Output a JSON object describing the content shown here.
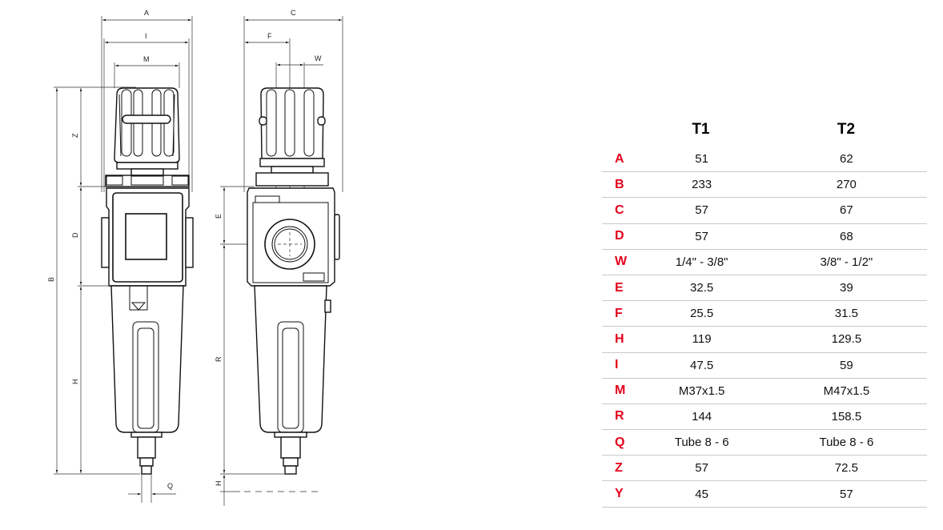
{
  "drawing": {
    "front_view_labels": {
      "A": "A",
      "I": "I",
      "M": "M",
      "Z": "Z",
      "D": "D",
      "B": "B",
      "H": "H",
      "Q": "Q"
    },
    "side_view_labels": {
      "C": "C",
      "F": "F",
      "W": "W",
      "E": "E",
      "R": "R",
      "H": "H"
    }
  },
  "table": {
    "headers": [
      "",
      "T1",
      "T2"
    ],
    "accent_color": "#e3001b",
    "rows": [
      {
        "key": "A",
        "t1": "51",
        "t2": "62"
      },
      {
        "key": "B",
        "t1": "233",
        "t2": "270"
      },
      {
        "key": "C",
        "t1": "57",
        "t2": "67"
      },
      {
        "key": "D",
        "t1": "57",
        "t2": "68"
      },
      {
        "key": "W",
        "t1": "1/4\" - 3/8\"",
        "t2": "3/8\" - 1/2\""
      },
      {
        "key": "E",
        "t1": "32.5",
        "t2": "39"
      },
      {
        "key": "F",
        "t1": "25.5",
        "t2": "31.5"
      },
      {
        "key": "H",
        "t1": "119",
        "t2": "129.5"
      },
      {
        "key": "I",
        "t1": "47.5",
        "t2": "59"
      },
      {
        "key": "M",
        "t1": "M37x1.5",
        "t2": "M47x1.5"
      },
      {
        "key": "R",
        "t1": "144",
        "t2": "158.5"
      },
      {
        "key": "Q",
        "t1": "Tube 8 - 6",
        "t2": "Tube 8 - 6"
      },
      {
        "key": "Z",
        "t1": "57",
        "t2": "72.5"
      },
      {
        "key": "Y",
        "t1": "45",
        "t2": "57"
      }
    ]
  }
}
